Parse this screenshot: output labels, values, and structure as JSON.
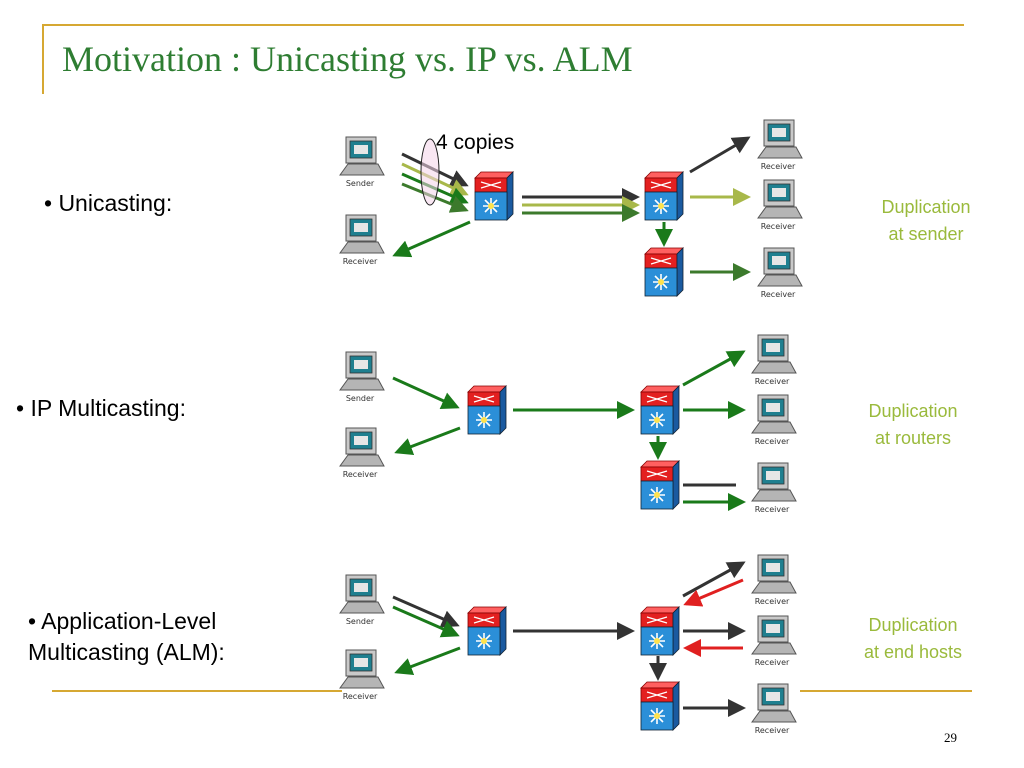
{
  "title": "Motivation : Unicasting vs. IP vs. ALM",
  "page_number": "29",
  "copies_label": "4 copies",
  "labels": {
    "sender": "Sender",
    "receiver": "Receiver"
  },
  "rows": [
    {
      "label_lines": [
        "• Unicasting:"
      ],
      "duplication": [
        "Duplication",
        "at sender"
      ],
      "dup_color": "#9aba3c"
    },
    {
      "label_lines": [
        "• IP Multicasting:"
      ],
      "duplication": [
        "Duplication",
        "at routers"
      ],
      "dup_color": "#9aba3c"
    },
    {
      "label_lines": [
        "• Application-Level",
        "Multicasting (ALM):"
      ],
      "duplication": [
        "Duplication",
        "at end hosts"
      ],
      "dup_color": "#9aba3c"
    }
  ],
  "colors": {
    "title": "#2e7d32",
    "accent_line": "#d6a832",
    "arrow_black": "#333333",
    "arrow_lightgreen": "#a8b84a",
    "arrow_green": "#1a7a1a",
    "arrow_darkgreen": "#3c7a2c",
    "arrow_red": "#e02020"
  }
}
